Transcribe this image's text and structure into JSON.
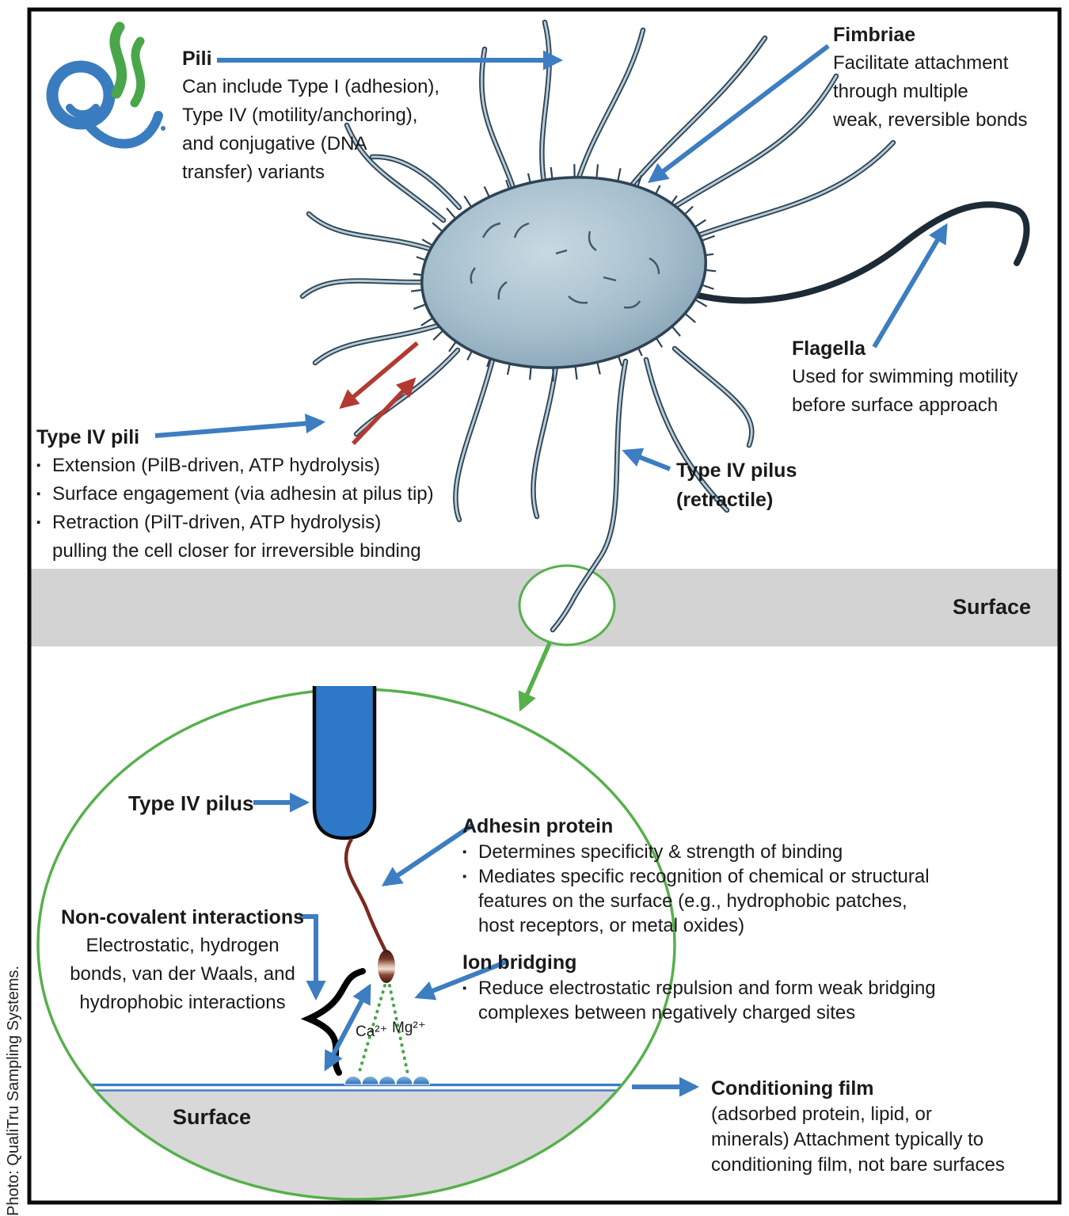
{
  "bullet_char": "▪",
  "credit": "Photo: QualiTru Sampling Systems.",
  "palette": {
    "arrow_blue": "#3d7dc1",
    "arrow_red": "#b23a32",
    "arrow_green": "#56b04c",
    "cell_outline": "#2e4354",
    "cell_fill": "#a9c0cf",
    "band_gray": "#d3d3d3",
    "rod_blue": "#2e78c8",
    "adhesin_brown": "#6b2418",
    "logo_blue": "#3a7cc0",
    "logo_green": "#4aa64a"
  },
  "labels": {
    "pili": {
      "title": "Pili",
      "lines": [
        "Can include Type I (adhesion),",
        "Type IV (motility/anchoring),",
        "and conjugative (DNA",
        "transfer) variants"
      ]
    },
    "fimbriae": {
      "title": "Fimbriae",
      "lines": [
        "Facilitate attachment",
        "through multiple",
        "weak, reversible bonds"
      ]
    },
    "flagella": {
      "title": "Flagella",
      "lines": [
        "Used for swimming motility",
        "before surface approach"
      ]
    },
    "type_iv_pili": {
      "title": "Type IV pili",
      "bullets": [
        "Extension (PilB-driven, ATP hydrolysis)",
        "Surface engagement (via adhesin at pilus tip)",
        "Retraction (PilT-driven, ATP hydrolysis)"
      ],
      "continuation": "pulling the cell closer for irreversible binding"
    },
    "type_iv_pilus_retractile": {
      "line1": "Type IV pilus",
      "line2": "(retractile)"
    },
    "surface_band": "Surface",
    "type_iv_pilus_bottom": "Type IV pilus",
    "adhesin": {
      "title": "Adhesin protein",
      "bullet1": "Determines specificity & strength of binding",
      "bullet2": "Mediates specific recognition of chemical or structural",
      "bullet2_cont1": "features on the surface (e.g., hydrophobic patches,",
      "bullet2_cont2": "host receptors, or metal oxides)"
    },
    "noncovalent": {
      "title": "Non-covalent interactions",
      "lines": [
        "Electrostatic, hydrogen",
        "bonds, van der Waals, and",
        "hydrophobic interactions"
      ]
    },
    "ion_bridging": {
      "title": "Ion bridging",
      "bullet1": "Reduce electrostatic repulsion and form weak bridging",
      "bullet1_cont": "complexes between negatively charged sites"
    },
    "ions": {
      "ca": "Ca²⁺",
      "mg": "Mg²⁺"
    },
    "surface_ellipse": "Surface",
    "conditioning": {
      "title": "Conditioning film",
      "lines": [
        "(adsorbed protein, lipid, or",
        "minerals) Attachment typically to",
        "conditioning film, not bare surfaces"
      ]
    }
  }
}
